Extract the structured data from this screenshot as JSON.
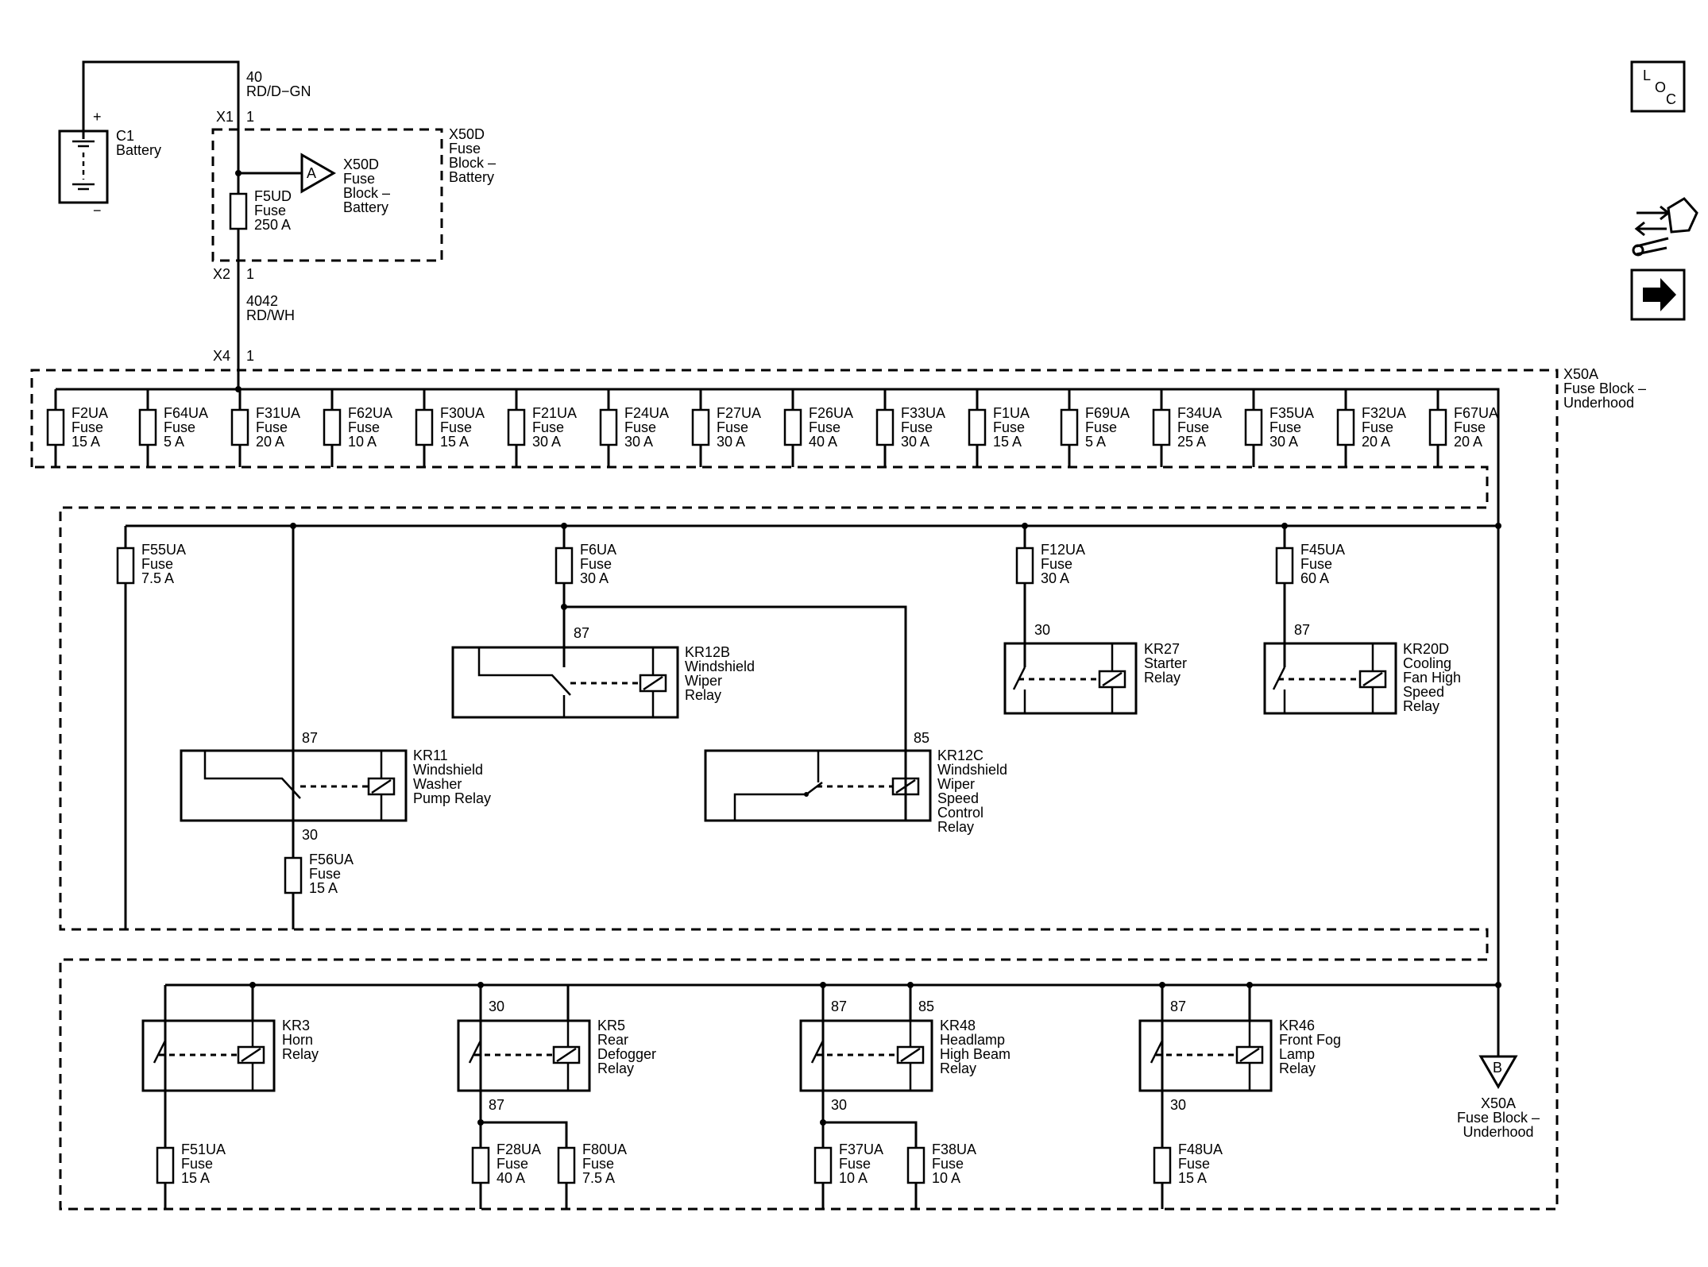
{
  "battery": {
    "ref": "C1",
    "name": "Battery",
    "plus": "+",
    "minus": "−"
  },
  "wire_top": {
    "circuit": "40",
    "color": "RD/D−GN"
  },
  "wire_mid": {
    "circuit": "4042",
    "color": "RD/WH"
  },
  "connectors": {
    "x1": "X1",
    "x1_pin": "1",
    "x2": "X2",
    "x2_pin": "1",
    "x4": "X4",
    "x4_pin": "1"
  },
  "battery_fuse_block": {
    "ref": "X50D",
    "lines": [
      "Fuse",
      "Block –",
      "Battery"
    ],
    "fuse_ref": "F5UD",
    "fuse_type": "Fuse",
    "fuse_rating": "250 A",
    "offpage_letter": "A",
    "offpage_ref": "X50D",
    "offpage_lines": [
      "Fuse",
      "Block –",
      "Battery"
    ]
  },
  "underhood_block": {
    "ref": "X50A",
    "lines": [
      "Fuse Block –",
      "Underhood"
    ]
  },
  "top_fuses": [
    {
      "ref": "F2UA",
      "type": "Fuse",
      "rating": "15 A"
    },
    {
      "ref": "F64UA",
      "type": "Fuse",
      "rating": "5 A"
    },
    {
      "ref": "F31UA",
      "type": "Fuse",
      "rating": "20 A"
    },
    {
      "ref": "F62UA",
      "type": "Fuse",
      "rating": "10 A"
    },
    {
      "ref": "F30UA",
      "type": "Fuse",
      "rating": "15 A"
    },
    {
      "ref": "F21UA",
      "type": "Fuse",
      "rating": "30 A"
    },
    {
      "ref": "F24UA",
      "type": "Fuse",
      "rating": "30 A"
    },
    {
      "ref": "F27UA",
      "type": "Fuse",
      "rating": "30 A"
    },
    {
      "ref": "F26UA",
      "type": "Fuse",
      "rating": "40 A"
    },
    {
      "ref": "F33UA",
      "type": "Fuse",
      "rating": "30 A"
    },
    {
      "ref": "F1UA",
      "type": "Fuse",
      "rating": "15 A"
    },
    {
      "ref": "F69UA",
      "type": "Fuse",
      "rating": "5 A"
    },
    {
      "ref": "F34UA",
      "type": "Fuse",
      "rating": "25 A"
    },
    {
      "ref": "F35UA",
      "type": "Fuse",
      "rating": "30 A"
    },
    {
      "ref": "F32UA",
      "type": "Fuse",
      "rating": "20 A"
    },
    {
      "ref": "F67UA",
      "type": "Fuse",
      "rating": "20 A"
    }
  ],
  "mid_fuses": {
    "f55": {
      "ref": "F55UA",
      "type": "Fuse",
      "rating": "7.5 A"
    },
    "f6": {
      "ref": "F6UA",
      "type": "Fuse",
      "rating": "30 A"
    },
    "f12": {
      "ref": "F12UA",
      "type": "Fuse",
      "rating": "30 A"
    },
    "f45": {
      "ref": "F45UA",
      "type": "Fuse",
      "rating": "60 A"
    },
    "f56": {
      "ref": "F56UA",
      "type": "Fuse",
      "rating": "15 A"
    }
  },
  "mid_relays": {
    "kr12b": {
      "ref": "KR12B",
      "lines": [
        "Windshield",
        "Wiper",
        "Relay"
      ],
      "pin": "87"
    },
    "kr27": {
      "ref": "KR27",
      "lines": [
        "Starter",
        "Relay"
      ],
      "pin": "30"
    },
    "kr20d": {
      "ref": "KR20D",
      "lines": [
        "Cooling",
        "Fan High",
        "Speed",
        "Relay"
      ],
      "pin": "87"
    },
    "kr11": {
      "ref": "KR11",
      "lines": [
        "Windshield",
        "Washer",
        "Pump Relay"
      ],
      "pin_top": "87",
      "pin_bot": "30"
    },
    "kr12c": {
      "ref": "KR12C",
      "lines": [
        "Windshield",
        "Wiper",
        "Speed",
        "Control",
        "Relay"
      ],
      "pin": "85"
    }
  },
  "bottom_relays": {
    "kr3": {
      "ref": "KR3",
      "lines": [
        "Horn",
        "Relay"
      ]
    },
    "kr5": {
      "ref": "KR5",
      "lines": [
        "Rear",
        "Defogger",
        "Relay"
      ],
      "pin_top": "30",
      "pin_bot": "87"
    },
    "kr48": {
      "ref": "KR48",
      "lines": [
        "Headlamp",
        "High Beam",
        "Relay"
      ],
      "pin_top": "87",
      "pin_coil": "85",
      "pin_bot": "30"
    },
    "kr46": {
      "ref": "KR46",
      "lines": [
        "Front Fog",
        "Lamp",
        "Relay"
      ],
      "pin_top": "87",
      "pin_bot": "30"
    }
  },
  "bottom_fuses": {
    "f51": {
      "ref": "F51UA",
      "type": "Fuse",
      "rating": "15 A"
    },
    "f28": {
      "ref": "F28UA",
      "type": "Fuse",
      "rating": "40 A"
    },
    "f80": {
      "ref": "F80UA",
      "type": "Fuse",
      "rating": "7.5 A"
    },
    "f37": {
      "ref": "F37UA",
      "type": "Fuse",
      "rating": "10 A"
    },
    "f38": {
      "ref": "F38UA",
      "type": "Fuse",
      "rating": "10 A"
    },
    "f48": {
      "ref": "F48UA",
      "type": "Fuse",
      "rating": "15 A"
    }
  },
  "offpage_b": {
    "letter": "B",
    "ref": "X50A",
    "lines": [
      "Fuse Block –",
      "Underhood"
    ]
  },
  "nav_icons": {
    "loc": {
      "l": "L",
      "o": "O",
      "c": "C"
    },
    "icons": [
      "loc-icon",
      "connector-tool-icon",
      "next-arrow-icon"
    ]
  }
}
